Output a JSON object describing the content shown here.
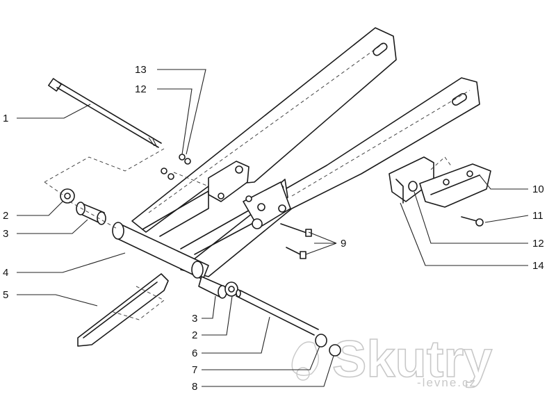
{
  "callouts": [
    {
      "id": "1",
      "label": "1"
    },
    {
      "id": "2a",
      "label": "2"
    },
    {
      "id": "3a",
      "label": "3"
    },
    {
      "id": "4",
      "label": "4"
    },
    {
      "id": "5",
      "label": "5"
    },
    {
      "id": "13",
      "label": "13"
    },
    {
      "id": "12a",
      "label": "12"
    },
    {
      "id": "3b",
      "label": "3"
    },
    {
      "id": "2b",
      "label": "2"
    },
    {
      "id": "6",
      "label": "6"
    },
    {
      "id": "7",
      "label": "7"
    },
    {
      "id": "8",
      "label": "8"
    },
    {
      "id": "9",
      "label": "9"
    },
    {
      "id": "10",
      "label": "10"
    },
    {
      "id": "11",
      "label": "11"
    },
    {
      "id": "12b",
      "label": "12"
    },
    {
      "id": "14",
      "label": "14"
    }
  ],
  "watermark": {
    "brand": "Skutry",
    "sub": "-levne.cz"
  },
  "colors": {
    "line": "#1a1a1a",
    "watermark": "#c8c8c8",
    "background": "#ffffff"
  }
}
